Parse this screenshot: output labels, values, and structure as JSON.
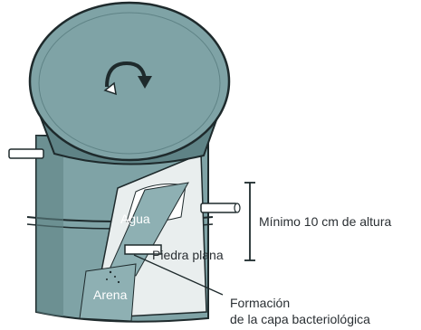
{
  "labels": {
    "agua": "Agua",
    "piedra_plana": "Piedra plana",
    "arena": "Arena",
    "minimo_altura": "Mínimo 10 cm de altura",
    "formacion_line1": "Formación",
    "formacion_line2": "de la capa bacteriológica"
  },
  "colors": {
    "drum": "#7fa3a6",
    "drum_dark": "#5f8386",
    "outline": "#1e2a2c",
    "interior": "#e9eeee",
    "text": "#2a2f33"
  },
  "icons": {
    "lid_rotation": "circular-arrow-icon"
  }
}
